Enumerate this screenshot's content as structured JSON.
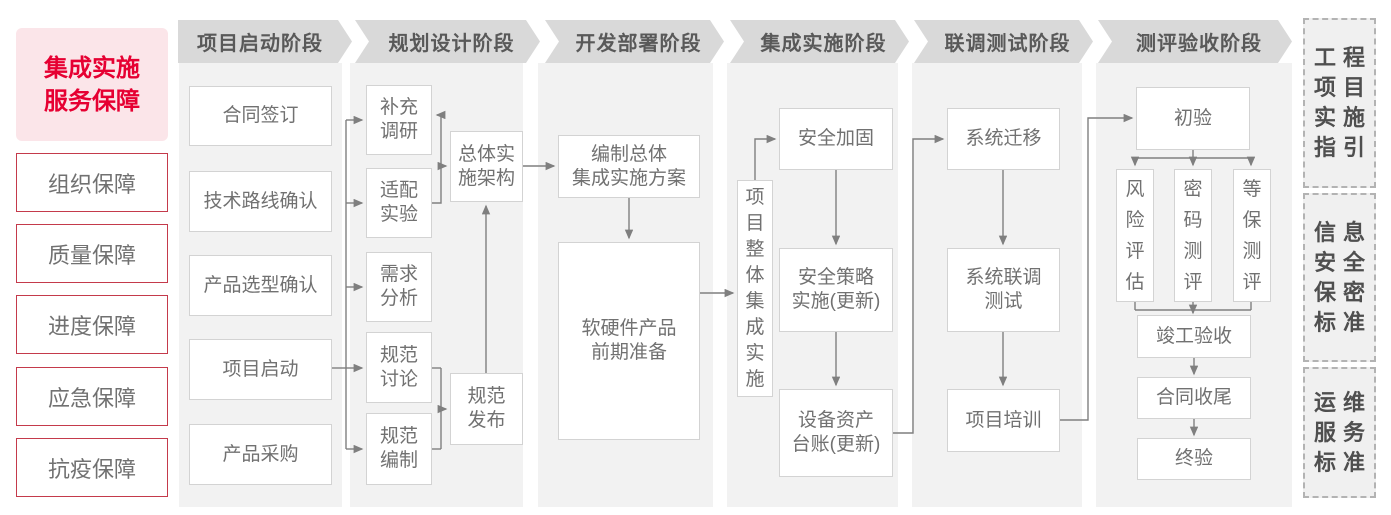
{
  "left_panel": {
    "title": "集成实施\n服务保障",
    "items": [
      "组织保障",
      "质量保障",
      "进度保障",
      "应急保障",
      "抗疫保障"
    ]
  },
  "phases": [
    {
      "label": "项目启动阶段",
      "boxes": [
        "合同签订",
        "技术路线确认",
        "产品选型确认",
        "项目启动",
        "产品采购"
      ]
    },
    {
      "label": "规划设计阶段",
      "boxes": [
        "补充\n调研",
        "适配\n实验",
        "需求\n分析",
        "规范\n讨论",
        "规范\n编制",
        "总体实\n施架构",
        "规范\n发布"
      ]
    },
    {
      "label": "开发部署阶段",
      "boxes": [
        "编制总体\n集成实施方案",
        "软硬件产品\n前期准备"
      ]
    },
    {
      "label": "集成实施阶段",
      "boxes": [
        "项\n目\n整\n体\n集\n成\n实\n施",
        "安全加固",
        "安全策略\n实施(更新)",
        "设备资产\n台账(更新)"
      ]
    },
    {
      "label": "联调测试阶段",
      "boxes": [
        "系统迁移",
        "系统联调\n测试",
        "项目培训"
      ]
    },
    {
      "label": "测评验收阶段",
      "boxes": [
        "初验",
        "风\n险\n评\n估",
        "密\n码\n测\n评",
        "等\n保\n测\n评",
        "竣工验收",
        "合同收尾",
        "终验"
      ]
    }
  ],
  "standards": [
    "工程\n项目\n实施\n指引",
    "信息\n安全\n保密\n标准",
    "运维\n服务\n标准"
  ],
  "colors": {
    "accent_red": "#e60032",
    "border_red": "#c43a4b",
    "pink_bg": "#fbe5e9",
    "header_gray": "#d9d9d9",
    "column_gray": "#f2f2f2",
    "line_gray": "#7f7f7f",
    "text_gray": "#717171"
  }
}
